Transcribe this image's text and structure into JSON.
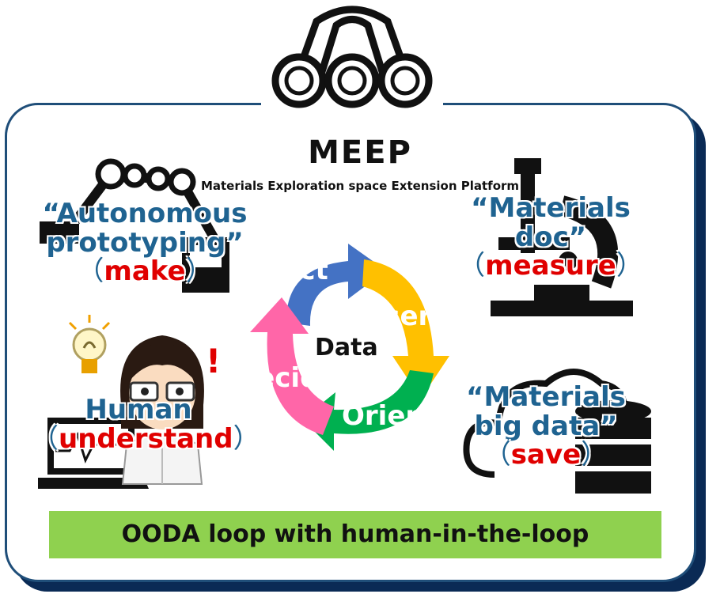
{
  "header": {
    "logo_text": "MEEP",
    "subtitle": "Materials Exploration space Extension Platform"
  },
  "labels": {
    "autonomous": {
      "line1": "“Autonomous",
      "line2": "prototyping”",
      "open": "（",
      "action": "make",
      "close": "）"
    },
    "materials_doc": {
      "line1": "“Materials",
      "line2": "doc”",
      "open": "（",
      "action": "measure",
      "close": "）"
    },
    "human": {
      "line1": "Human",
      "open": "（",
      "action": "understand",
      "close": "）"
    },
    "big_data": {
      "line1": "“Materials",
      "line2": "big data”",
      "open": "（",
      "action": "save",
      "close": "）"
    }
  },
  "cycle": {
    "center": "Data",
    "steps": [
      "Act",
      "Observe",
      "Orient",
      "Decide"
    ]
  },
  "banner": "OODA loop with human-in-the-loop",
  "colors": {
    "card_border": "#1f4e79",
    "act": "#4472c4",
    "observe": "#ffc000",
    "orient": "#00b050",
    "decide": "#ff66a8",
    "banner": "#8fd14f",
    "label_blue": "#1f6391",
    "label_red": "#e00000"
  },
  "icons": [
    "robot-arm-icon",
    "microscope-icon",
    "scientist-icon",
    "lightbulb-icon",
    "laptop-icon",
    "cloud-database-icon"
  ]
}
